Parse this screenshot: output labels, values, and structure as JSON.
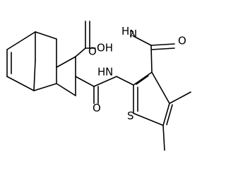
{
  "molecule": {
    "atoms": [
      {
        "id": "carboxylic-acid-oxygen",
        "label": "OH"
      },
      {
        "id": "amide-nitrogen",
        "label": "NH2"
      },
      {
        "id": "carbamoyl-oxygen",
        "label": "O"
      },
      {
        "id": "secondary-amine",
        "label": "H"
      },
      {
        "id": "amide-nh-nitrogen",
        "label": "N"
      },
      {
        "id": "amide-carbonyl-oxygen",
        "label": "O"
      },
      {
        "id": "thiophene-sulfur",
        "label": "S"
      },
      {
        "id": "acid-carbonyl-oxygen",
        "label": "O"
      }
    ]
  }
}
